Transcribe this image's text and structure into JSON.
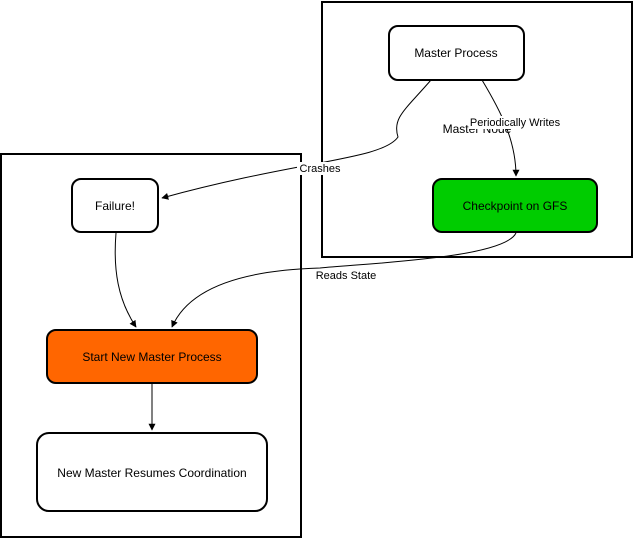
{
  "clusters": {
    "master_node": {
      "label": "Master Node"
    },
    "recovery": {
      "label": ""
    }
  },
  "nodes": {
    "master_process": {
      "label": "Master Process",
      "fill": "#ffffff"
    },
    "checkpoint": {
      "label": "Checkpoint on GFS",
      "fill": "#00cc00"
    },
    "failure": {
      "label": "Failure!",
      "fill": "#ffffff"
    },
    "start_new_master": {
      "label": "Start New Master Process",
      "fill": "#ff6600"
    },
    "new_master_resumes": {
      "label": "New Master Resumes Coordination",
      "fill": "#ffffff"
    }
  },
  "edges": {
    "periodically_writes": {
      "label": "Periodically Writes"
    },
    "crashes": {
      "label": "Crashes"
    },
    "reads_state": {
      "label": "Reads State"
    }
  }
}
